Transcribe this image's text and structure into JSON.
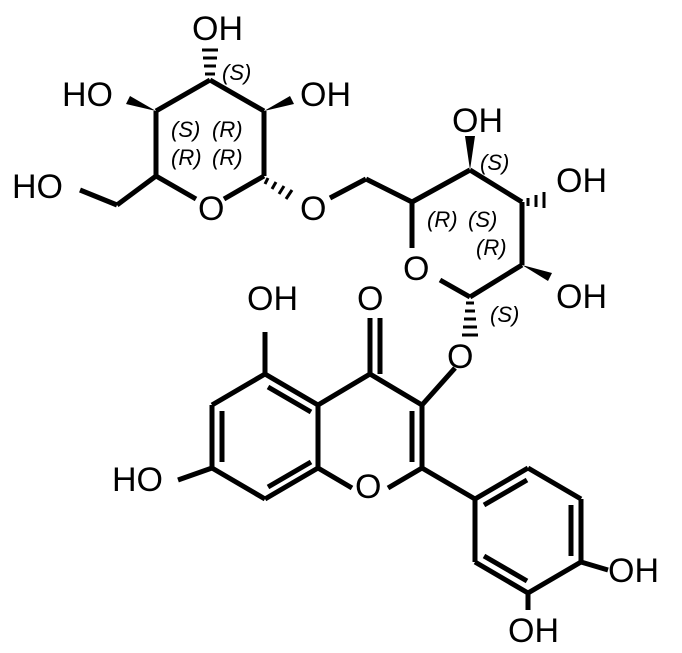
{
  "molecule": {
    "atom_labels": {
      "oh_top": "OH",
      "ho_left": "HO",
      "oh_top_right": "OH",
      "ho_ch2": "HO",
      "ring_o_upper": "O",
      "glyco_o_link": "O",
      "oh_gluc_top": "OH",
      "oh_gluc_right": "OH",
      "ring_o_lower": "O",
      "oh_gluc_bottom_right": "OH",
      "glyco_o_3": "O",
      "ketone_o": "O",
      "oh_5": "OH",
      "ho_7": "HO",
      "ring_o_flavone": "O",
      "oh_3p": "OH",
      "oh_4p": "OH"
    },
    "stereo_labels": {
      "upper_c3": "(S)",
      "upper_c4": "(S)",
      "upper_c2": "(R)",
      "upper_c5": "(R)",
      "upper_c1": "(R)",
      "lower_c3": "(S)",
      "lower_c5": "(R)",
      "lower_c4": "(S)",
      "lower_c2": "(R)",
      "lower_c1": "(S)"
    }
  }
}
